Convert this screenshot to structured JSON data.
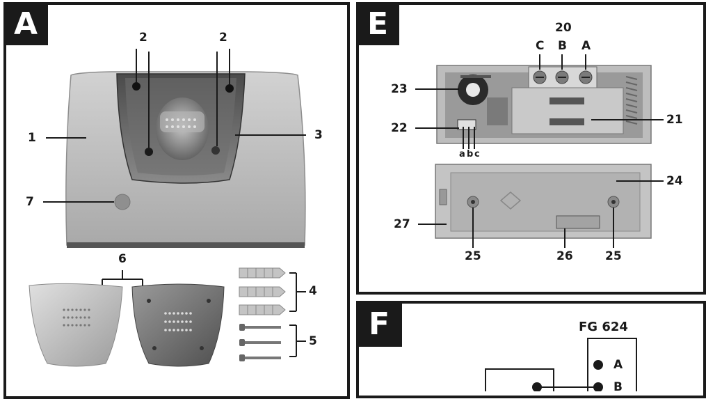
{
  "panels": {
    "A": {
      "letter": "A"
    },
    "E": {
      "letter": "E"
    },
    "F": {
      "letter": "F"
    }
  },
  "panelA": {
    "labels": {
      "screw_holes_left": "2",
      "screw_holes_right": "2",
      "housing": "1",
      "lens_cover": "3",
      "led": "7",
      "covers": "6",
      "dowels": "4",
      "screws": "5"
    }
  },
  "panelE": {
    "labels": {
      "terminal_group": "20",
      "term_c": "C",
      "term_b": "B",
      "term_a": "A",
      "dial": "23",
      "dip_switch": "22",
      "board": "21",
      "switch_a": "a",
      "switch_b": "b",
      "switch_c": "c",
      "cover": "24",
      "housing_edge": "27",
      "screw_left": "25",
      "slot": "26",
      "screw_right": "25"
    }
  },
  "panelF": {
    "device": "FG 624",
    "terminal_a": "A",
    "terminal_b": "B"
  }
}
